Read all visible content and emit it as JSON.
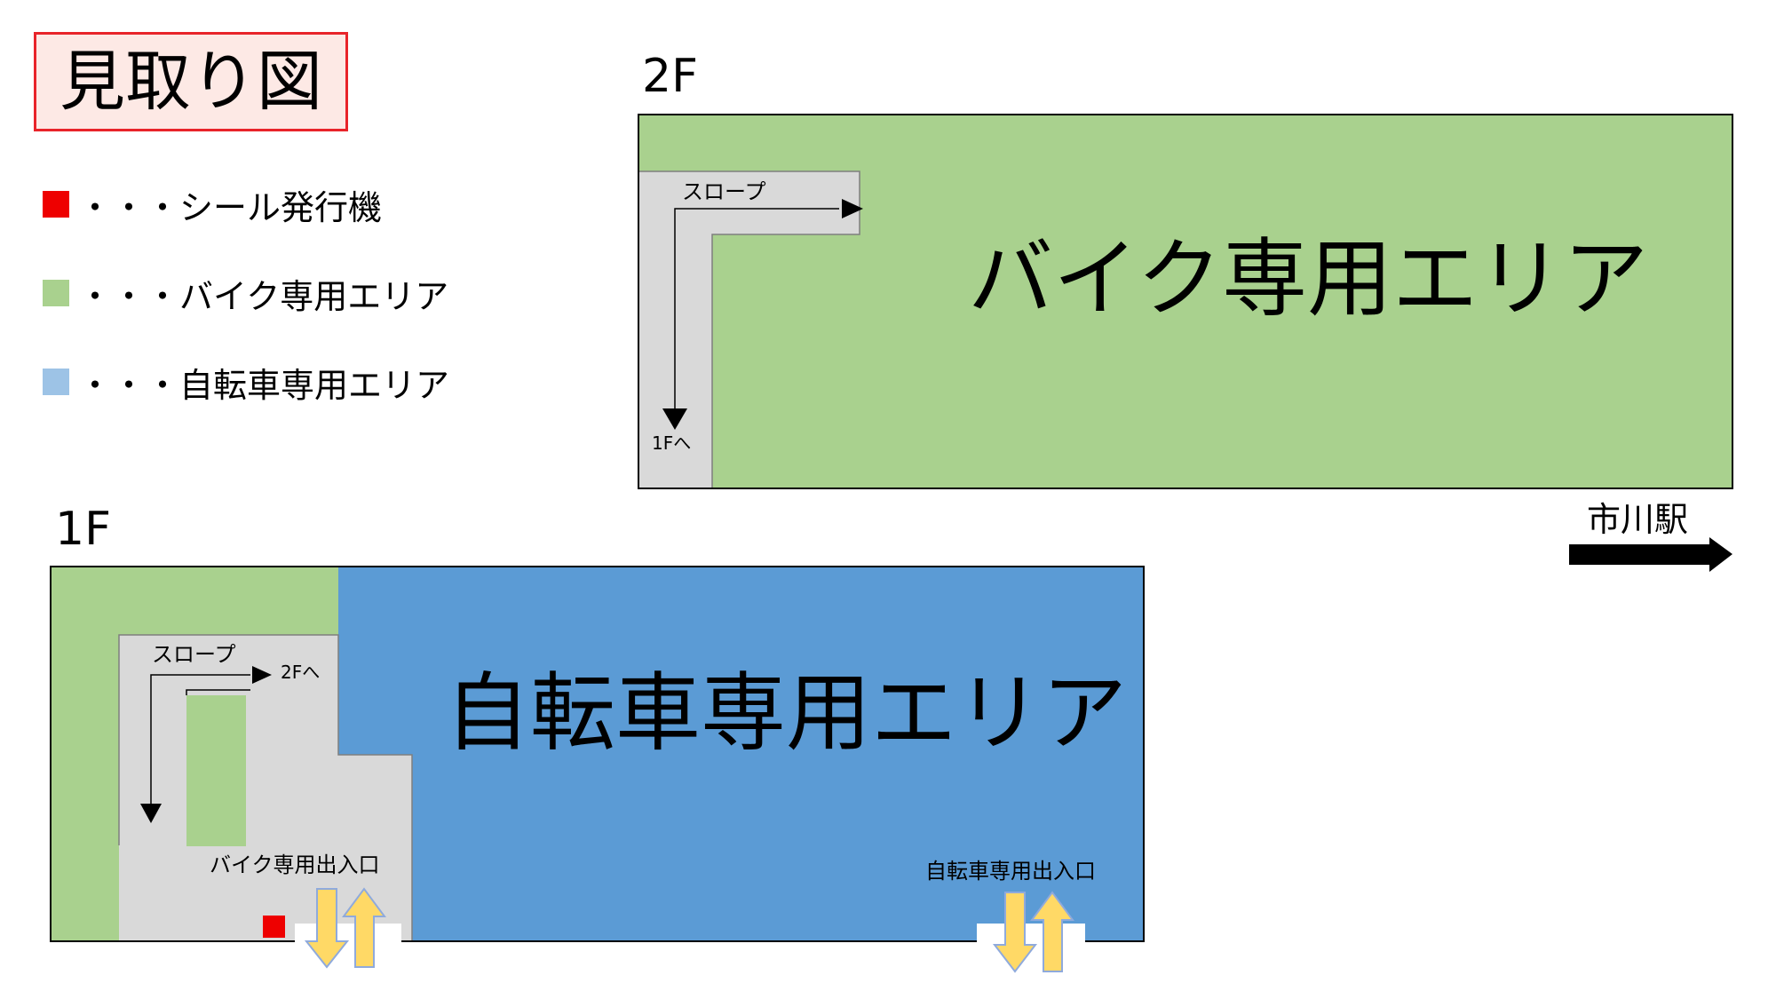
{
  "title": "見取り図",
  "legend": [
    {
      "label": "・・・シール発行機",
      "color": "#ee0000"
    },
    {
      "label": "・・・バイク専用エリア",
      "color": "#a9d18e"
    },
    {
      "label": "・・・自転車専用エリア",
      "color": "#9dc3e6"
    }
  ],
  "floor2": {
    "label": "2F",
    "area_label": "バイク専用エリア",
    "slope_label": "スロープ",
    "to_1f_label": "1Fへ"
  },
  "floor1": {
    "label": "1F",
    "area_label": "自転車専用エリア",
    "slope_label": "スロープ",
    "to_2f_label": "2Fへ",
    "bike_entrance_label": "バイク専用出入口",
    "bicycle_entrance_label": "自転車専用出入口"
  },
  "station": {
    "label": "市川駅"
  },
  "colors": {
    "bike_area": "#a9d18e",
    "bicycle_area": "#5b9bd5",
    "slope": "#d9d9d9",
    "arrow_fill": "#ffd966",
    "arrow_stroke": "#8faadc",
    "sticker_machine": "#ee0000",
    "title_border": "#e8242a",
    "title_bg": "#fde9e5"
  }
}
